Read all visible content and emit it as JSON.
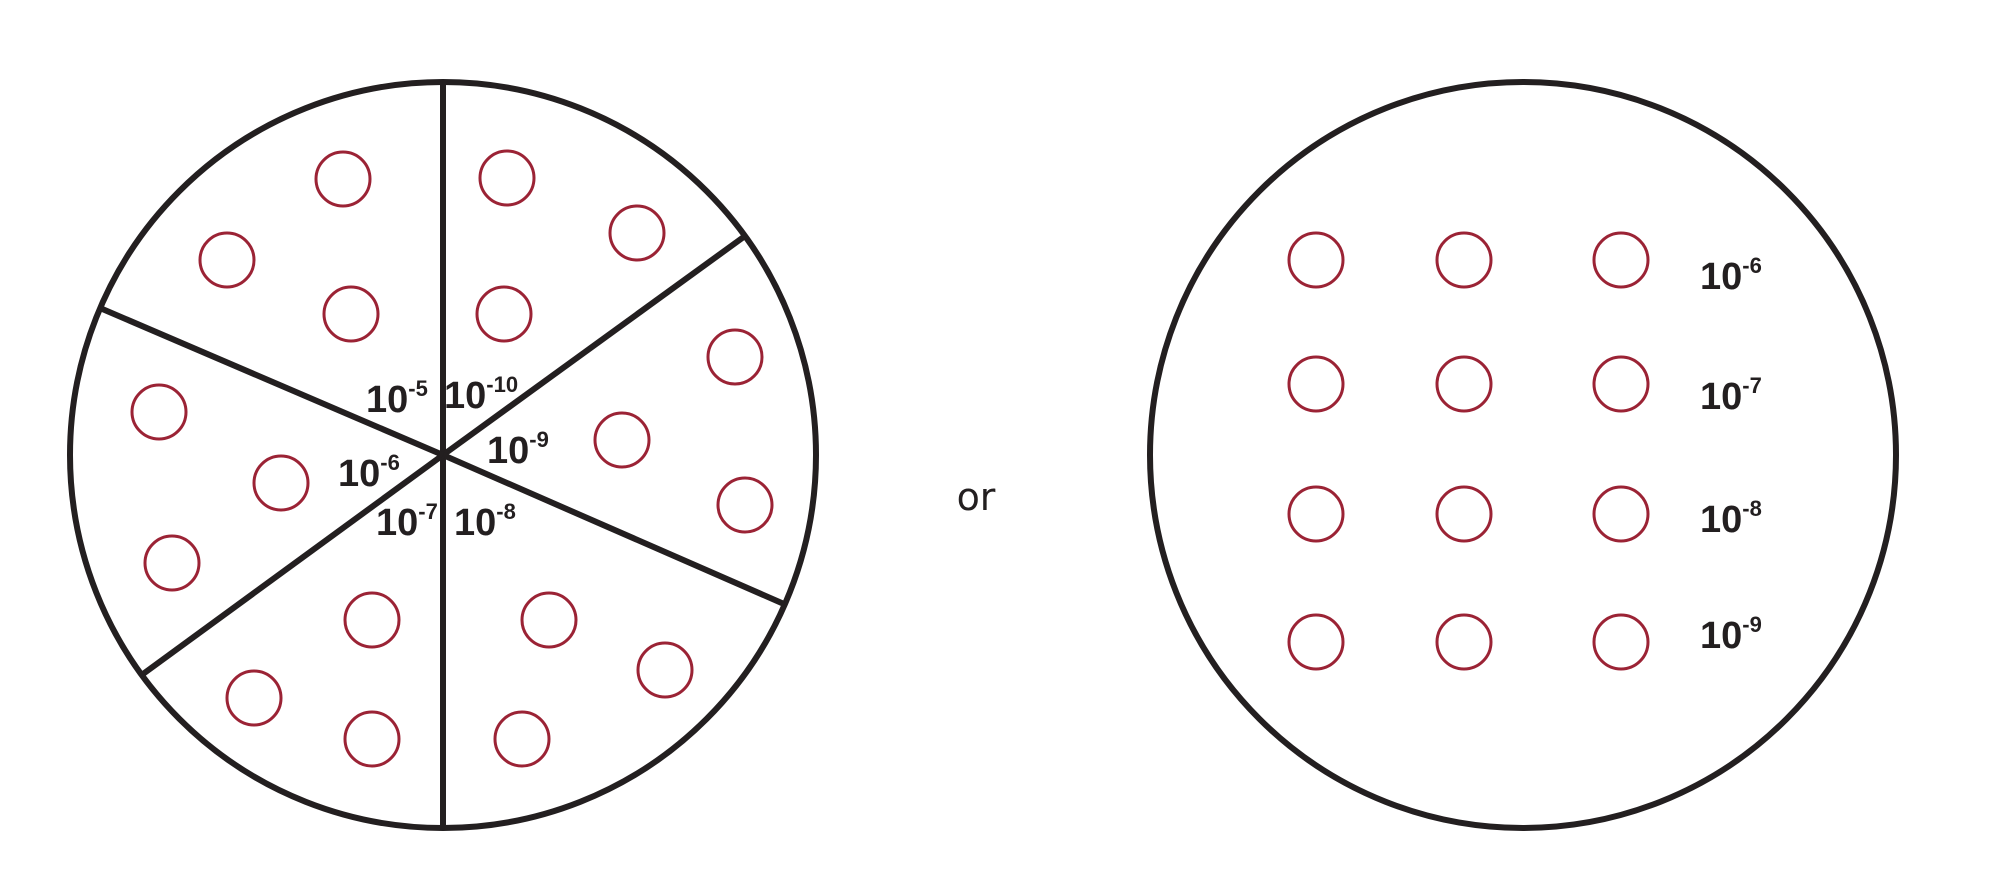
{
  "colors": {
    "outline": "#231f20",
    "well": "#9b2335",
    "background": "#ffffff"
  },
  "connector": "or",
  "pie_plate": {
    "sectors": [
      {
        "base": "10",
        "exp": "-5"
      },
      {
        "base": "10",
        "exp": "-10"
      },
      {
        "base": "10",
        "exp": "-9"
      },
      {
        "base": "10",
        "exp": "-8"
      },
      {
        "base": "10",
        "exp": "-7"
      },
      {
        "base": "10",
        "exp": "-6"
      }
    ],
    "wells_per_sector": 3
  },
  "grid_plate": {
    "rows": [
      {
        "base": "10",
        "exp": "-6"
      },
      {
        "base": "10",
        "exp": "-7"
      },
      {
        "base": "10",
        "exp": "-8"
      },
      {
        "base": "10",
        "exp": "-9"
      }
    ],
    "wells_per_row": 3
  }
}
